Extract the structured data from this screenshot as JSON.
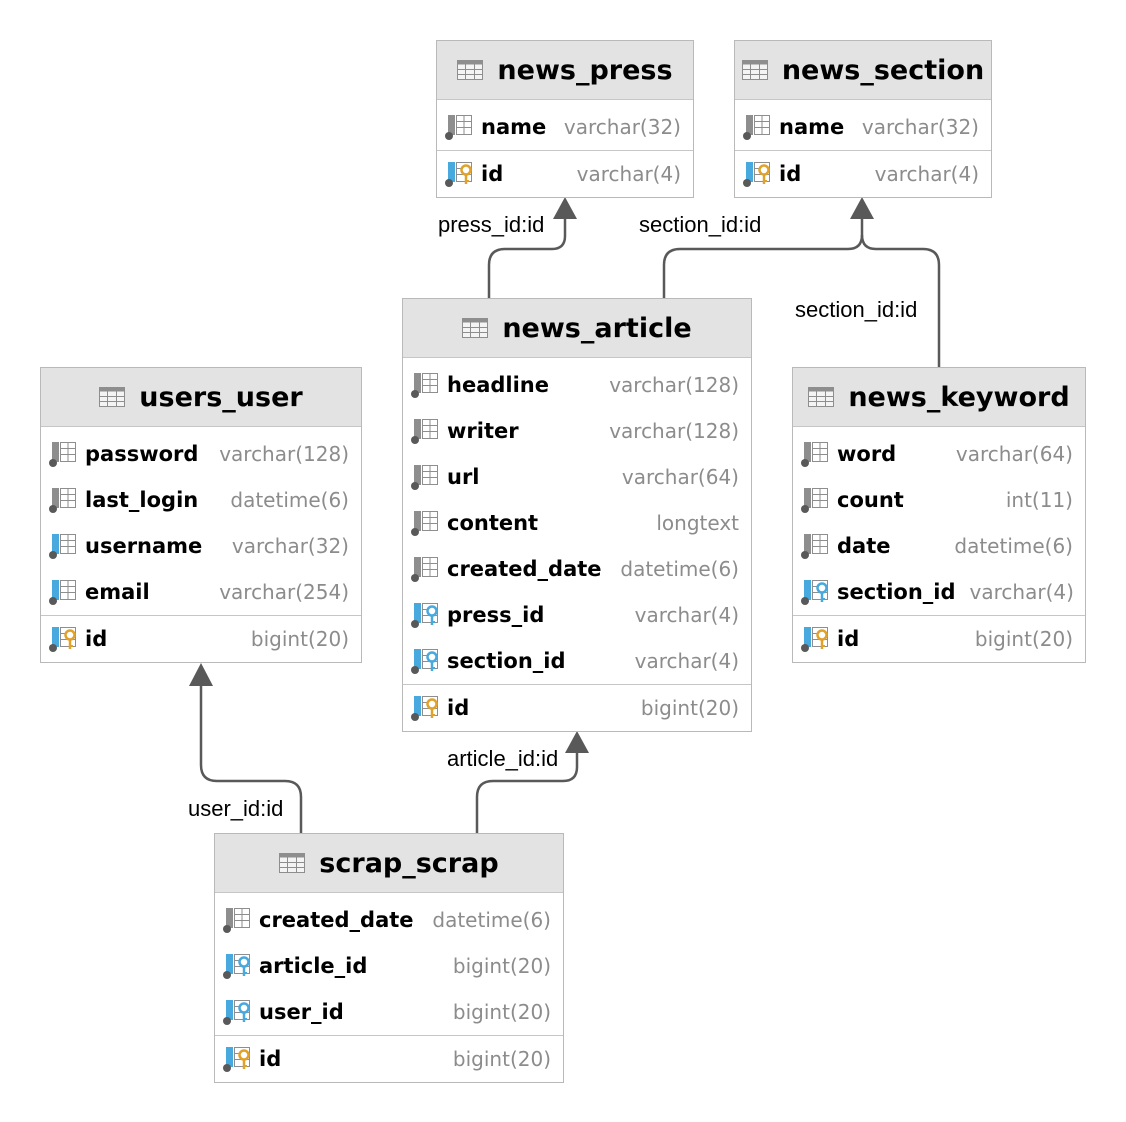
{
  "tables": {
    "news_press": {
      "title": "news_press",
      "columns": [
        {
          "name": "name",
          "type": "varchar(32)",
          "icon": "column-icon"
        }
      ],
      "pk": {
        "name": "id",
        "type": "varchar(4)",
        "icon": "primary-key-icon"
      }
    },
    "news_section": {
      "title": "news_section",
      "columns": [
        {
          "name": "name",
          "type": "varchar(32)",
          "icon": "column-icon"
        }
      ],
      "pk": {
        "name": "id",
        "type": "varchar(4)",
        "icon": "primary-key-icon"
      }
    },
    "news_article": {
      "title": "news_article",
      "columns": [
        {
          "name": "headline",
          "type": "varchar(128)",
          "icon": "column-icon"
        },
        {
          "name": "writer",
          "type": "varchar(128)",
          "icon": "column-icon"
        },
        {
          "name": "url",
          "type": "varchar(64)",
          "icon": "column-icon"
        },
        {
          "name": "content",
          "type": "longtext",
          "icon": "column-icon"
        },
        {
          "name": "created_date",
          "type": "datetime(6)",
          "icon": "column-icon"
        },
        {
          "name": "press_id",
          "type": "varchar(4)",
          "icon": "foreign-key-icon"
        },
        {
          "name": "section_id",
          "type": "varchar(4)",
          "icon": "foreign-key-icon"
        }
      ],
      "pk": {
        "name": "id",
        "type": "bigint(20)",
        "icon": "primary-key-icon"
      }
    },
    "users_user": {
      "title": "users_user",
      "columns": [
        {
          "name": "password",
          "type": "varchar(128)",
          "icon": "column-icon"
        },
        {
          "name": "last_login",
          "type": "datetime(6)",
          "icon": "column-icon"
        },
        {
          "name": "username",
          "type": "varchar(32)",
          "icon": "indexed-column-icon"
        },
        {
          "name": "email",
          "type": "varchar(254)",
          "icon": "indexed-column-icon"
        }
      ],
      "pk": {
        "name": "id",
        "type": "bigint(20)",
        "icon": "primary-key-icon"
      }
    },
    "news_keyword": {
      "title": "news_keyword",
      "columns": [
        {
          "name": "word",
          "type": "varchar(64)",
          "icon": "column-icon"
        },
        {
          "name": "count",
          "type": "int(11)",
          "icon": "column-icon"
        },
        {
          "name": "date",
          "type": "datetime(6)",
          "icon": "column-icon"
        },
        {
          "name": "section_id",
          "type": "varchar(4)",
          "icon": "foreign-key-icon"
        }
      ],
      "pk": {
        "name": "id",
        "type": "bigint(20)",
        "icon": "primary-key-icon"
      }
    },
    "scrap_scrap": {
      "title": "scrap_scrap",
      "columns": [
        {
          "name": "created_date",
          "type": "datetime(6)",
          "icon": "column-icon"
        },
        {
          "name": "article_id",
          "type": "bigint(20)",
          "icon": "foreign-key-icon"
        },
        {
          "name": "user_id",
          "type": "bigint(20)",
          "icon": "foreign-key-icon"
        }
      ],
      "pk": {
        "name": "id",
        "type": "bigint(20)",
        "icon": "primary-key-icon"
      }
    }
  },
  "relations": [
    {
      "from": "news_article",
      "to": "news_press",
      "label": "press_id:id"
    },
    {
      "from": "news_article",
      "to": "news_section",
      "label": "section_id:id"
    },
    {
      "from": "news_keyword",
      "to": "news_section",
      "label": "section_id:id"
    },
    {
      "from": "scrap_scrap",
      "to": "users_user",
      "label": "user_id:id"
    },
    {
      "from": "scrap_scrap",
      "to": "news_article",
      "label": "article_id:id"
    }
  ],
  "colors": {
    "header_bg": "#e3e3e3",
    "border": "#b9b9b9",
    "edge": "#595959",
    "type_text": "#8c8c8c",
    "key_gold": "#e0a22a",
    "fk_blue": "#47a9dd",
    "icon_gray": "#8e8e8e"
  }
}
